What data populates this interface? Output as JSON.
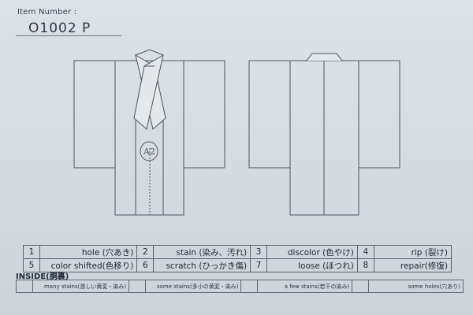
{
  "header": {
    "item_number_label": "Item Number :",
    "item_number_value": "O1002  P"
  },
  "diagram": {
    "front_mark": "A2"
  },
  "legend": [
    {
      "num": "1",
      "text": "hole (穴あき)"
    },
    {
      "num": "2",
      "text": "stain (染み、汚れ)"
    },
    {
      "num": "3",
      "text": "discolor (色やけ)"
    },
    {
      "num": "4",
      "text": "rip (裂け)"
    },
    {
      "num": "5",
      "text": "color shifted(色移り)"
    },
    {
      "num": "6",
      "text": "scratch (ひっかき傷)"
    },
    {
      "num": "7",
      "text": "loose (ほつれ)"
    },
    {
      "num": "8",
      "text": "repair(修復)"
    }
  ],
  "inside": {
    "title": "INSIDE(胴裏)",
    "items": [
      "many stains(激しい黄変・染み)",
      "some stains(多小の黄変・染み)",
      "a few stains(若干の染み)",
      "some holes(穴あり)"
    ]
  },
  "colors": {
    "paper": "#d8dde1",
    "ink": "#2a3340",
    "line": "#59636e"
  }
}
